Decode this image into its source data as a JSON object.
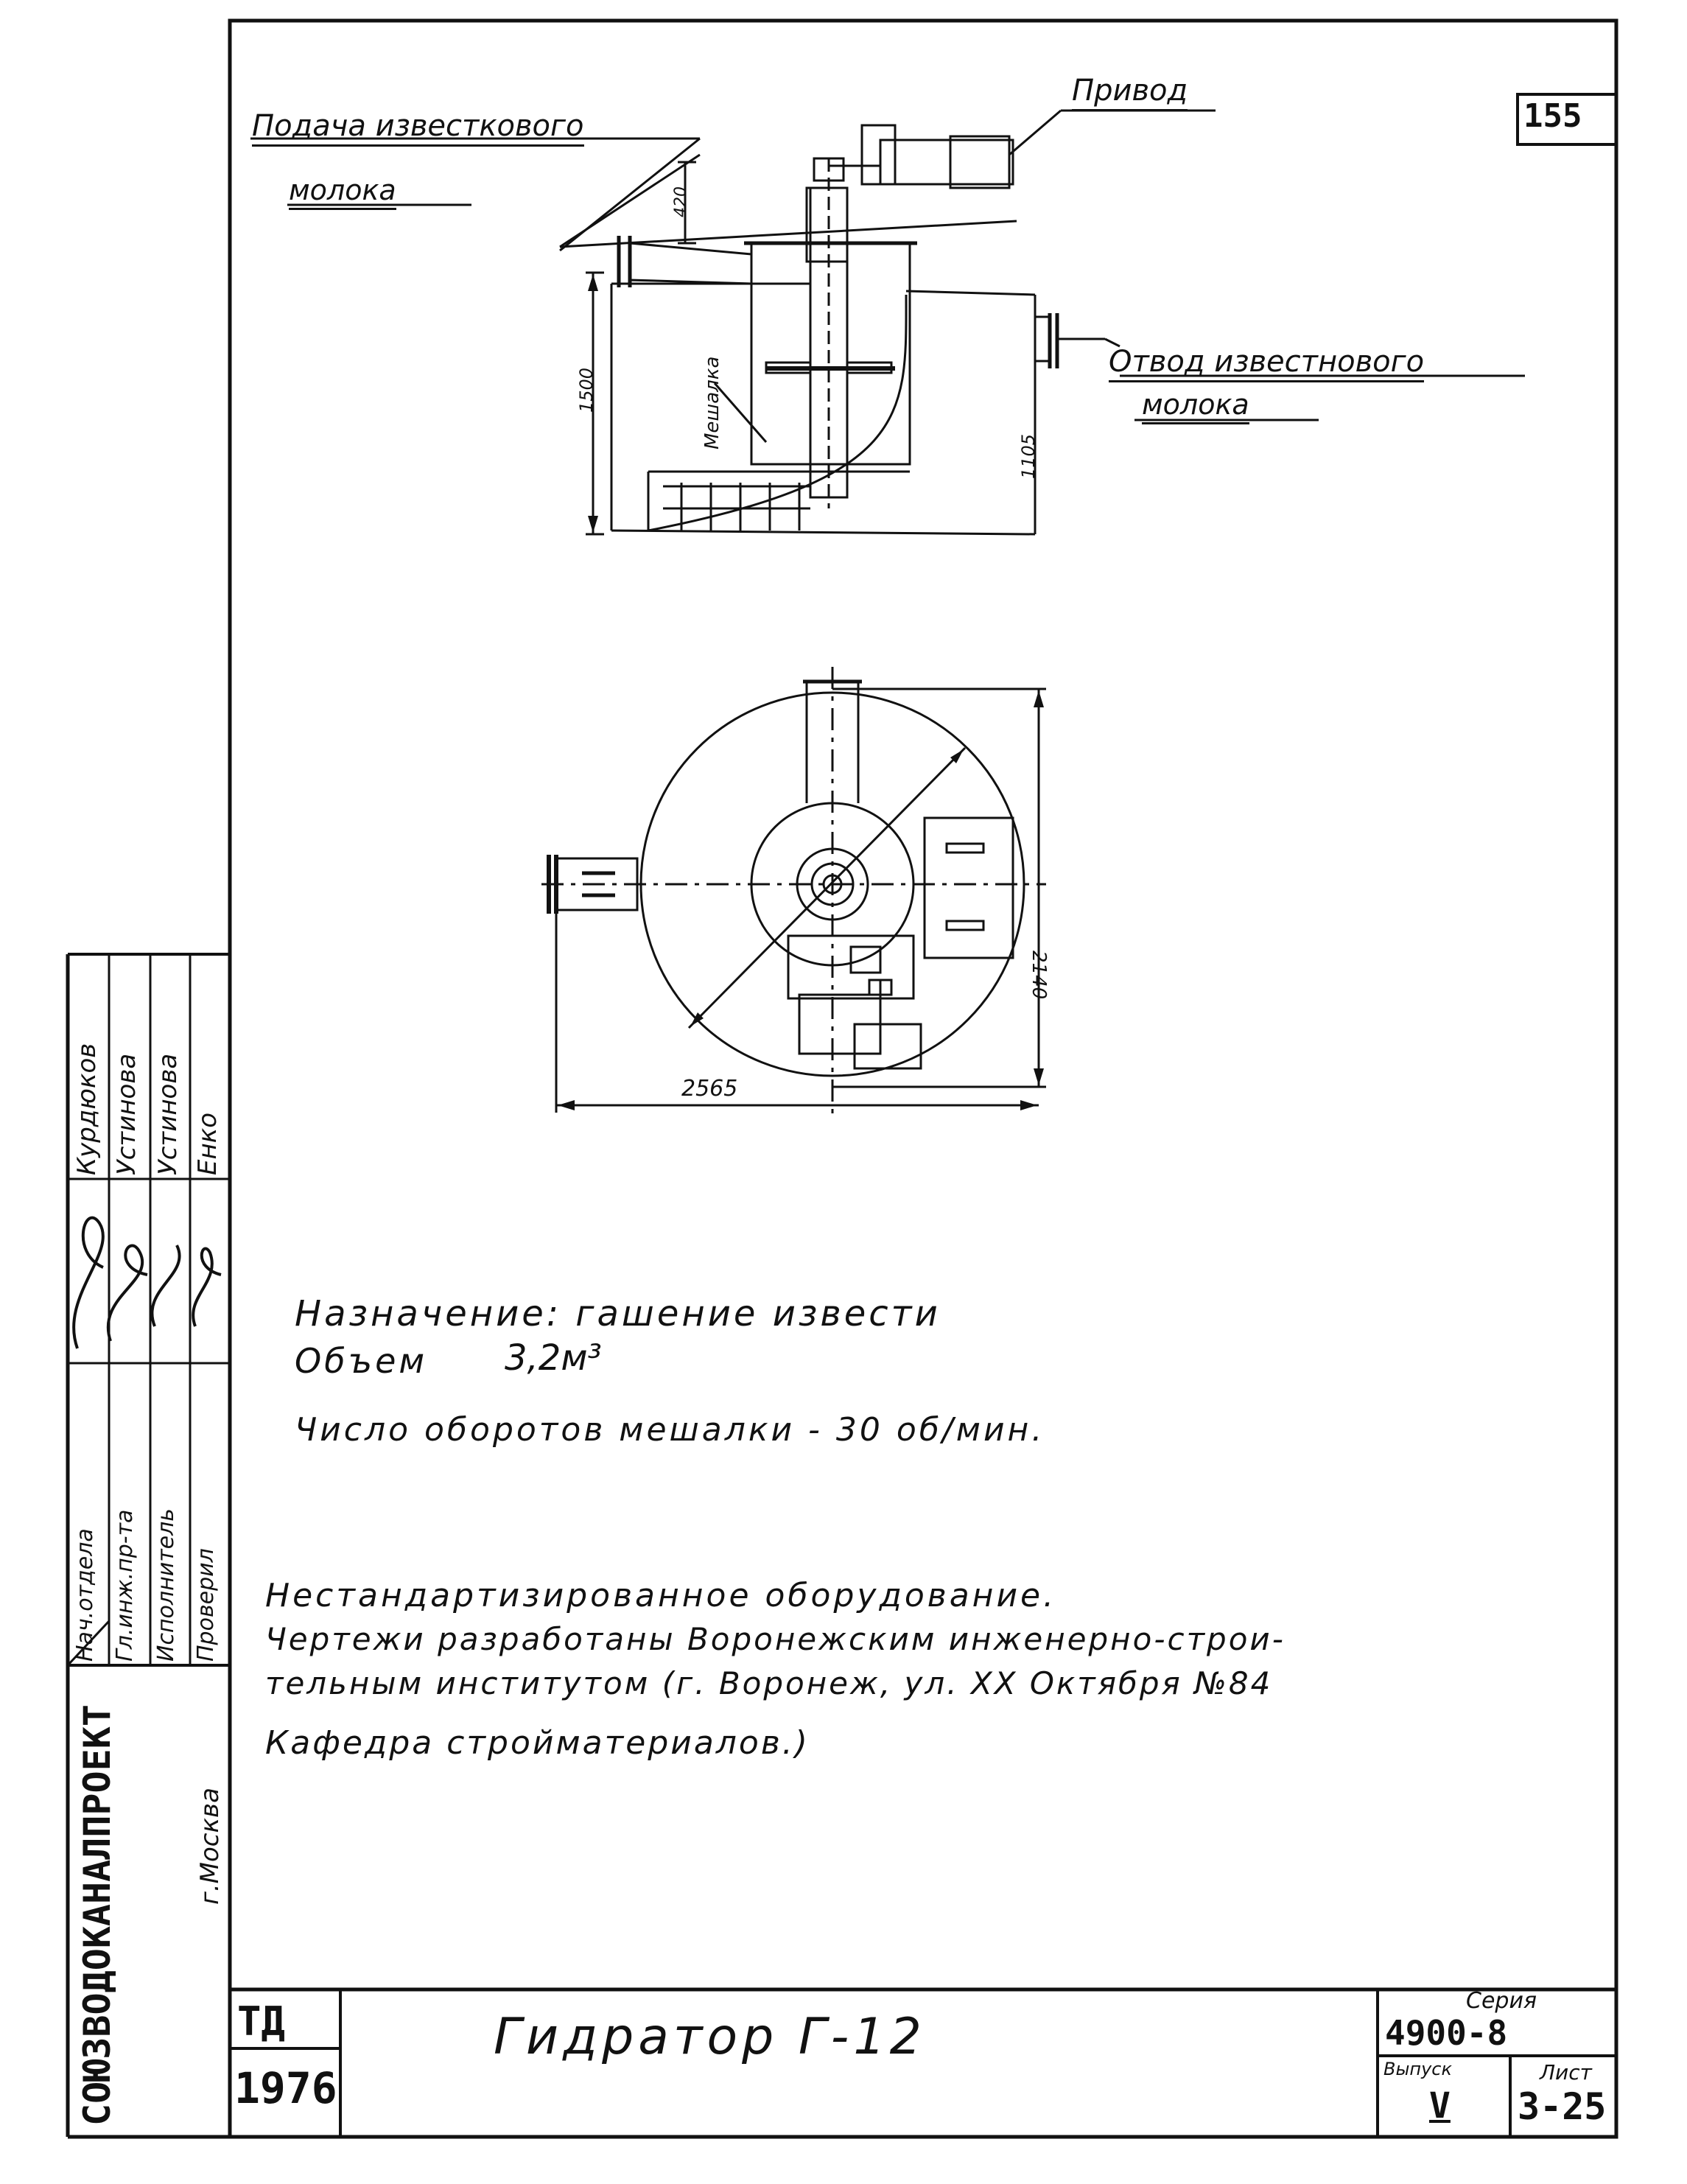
{
  "sheet": {
    "page_number": "155",
    "series_label": "Серия",
    "series_value": "4900-8",
    "issue_label": "Выпуск",
    "issue_value": "V",
    "sheet_label": "Лист",
    "sheet_value": "3-25",
    "code": "ТД",
    "year": "1976",
    "title": "Гидратор Г-12"
  },
  "organization": {
    "name": "СОЮЗВОДОКАНАЛПРОЕКТ",
    "city": "г.Москва"
  },
  "signatures": [
    {
      "role": "Нач.отдела",
      "name": "Курдюков"
    },
    {
      "role": "Гл.инж.пр-та",
      "name": "Устинова"
    },
    {
      "role": "Исполнитель",
      "name": "Устинова"
    },
    {
      "role": "Проверил",
      "name": "Енко"
    }
  ],
  "labels": {
    "feed_line1": "Подача известкового",
    "feed_line2": "молока",
    "drive": "Привод",
    "outlet_line1": "Отвод известнового",
    "outlet_line2": "молока",
    "mixer": "Мешалка"
  },
  "dimensions": {
    "d420": "420",
    "d1500": "1500",
    "d1105": "1105",
    "d2140": "2140",
    "d2565": "2565"
  },
  "specs": {
    "purpose": "Назначение: гашение извести",
    "volume_label": "Объем",
    "volume_value": "3,2м³",
    "rpm": "Число оборотов мешалки - 30 об/мин."
  },
  "notes": {
    "line1": "Нестандартизированное оборудование.",
    "line2": "Чертежи разработаны Воронежским инженерно-строи-",
    "line3": "тельным институтом (г. Воронеж, ул. XX Октября №84",
    "line4": "Кафедра стройматериалов.)"
  }
}
